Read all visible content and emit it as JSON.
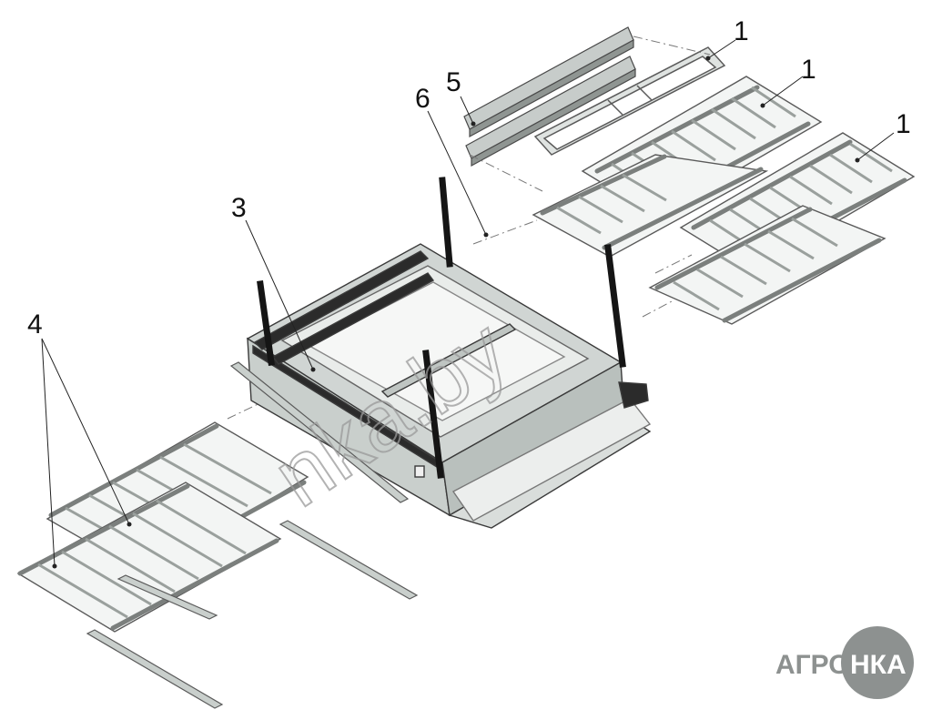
{
  "callouts": [
    {
      "id": "c1a",
      "label": "1"
    },
    {
      "id": "c1b",
      "label": "1"
    },
    {
      "id": "c1c",
      "label": "1"
    },
    {
      "id": "c3",
      "label": "3"
    },
    {
      "id": "c4",
      "label": "4"
    },
    {
      "id": "c5",
      "label": "5"
    },
    {
      "id": "c6",
      "label": "6"
    }
  ],
  "watermark": "nka.by",
  "logo": {
    "left": "АГРО",
    "right": "НКА"
  },
  "colors": {
    "frame": "#bcc4c1",
    "dark": "#2b2b2b",
    "panel": "#d6dbd8",
    "line": "#555555",
    "logo": "#8d9190"
  }
}
